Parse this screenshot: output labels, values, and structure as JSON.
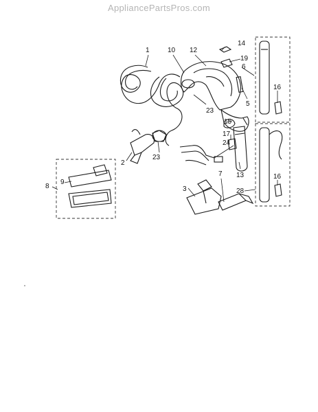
{
  "watermark": "AppliancePartsPros.com",
  "callouts": {
    "c1": "1",
    "c2": "2",
    "c3": "3",
    "c5": "5",
    "c6": "6",
    "c7": "7",
    "c8": "8",
    "c9": "9",
    "c10": "10",
    "c12": "12",
    "c13": "13",
    "c14": "14",
    "c15": "15",
    "c16a": "16",
    "c16b": "16",
    "c17": "17",
    "c19": "19",
    "c23a": "23",
    "c23b": "23",
    "c24": "24",
    "c28": "28"
  }
}
